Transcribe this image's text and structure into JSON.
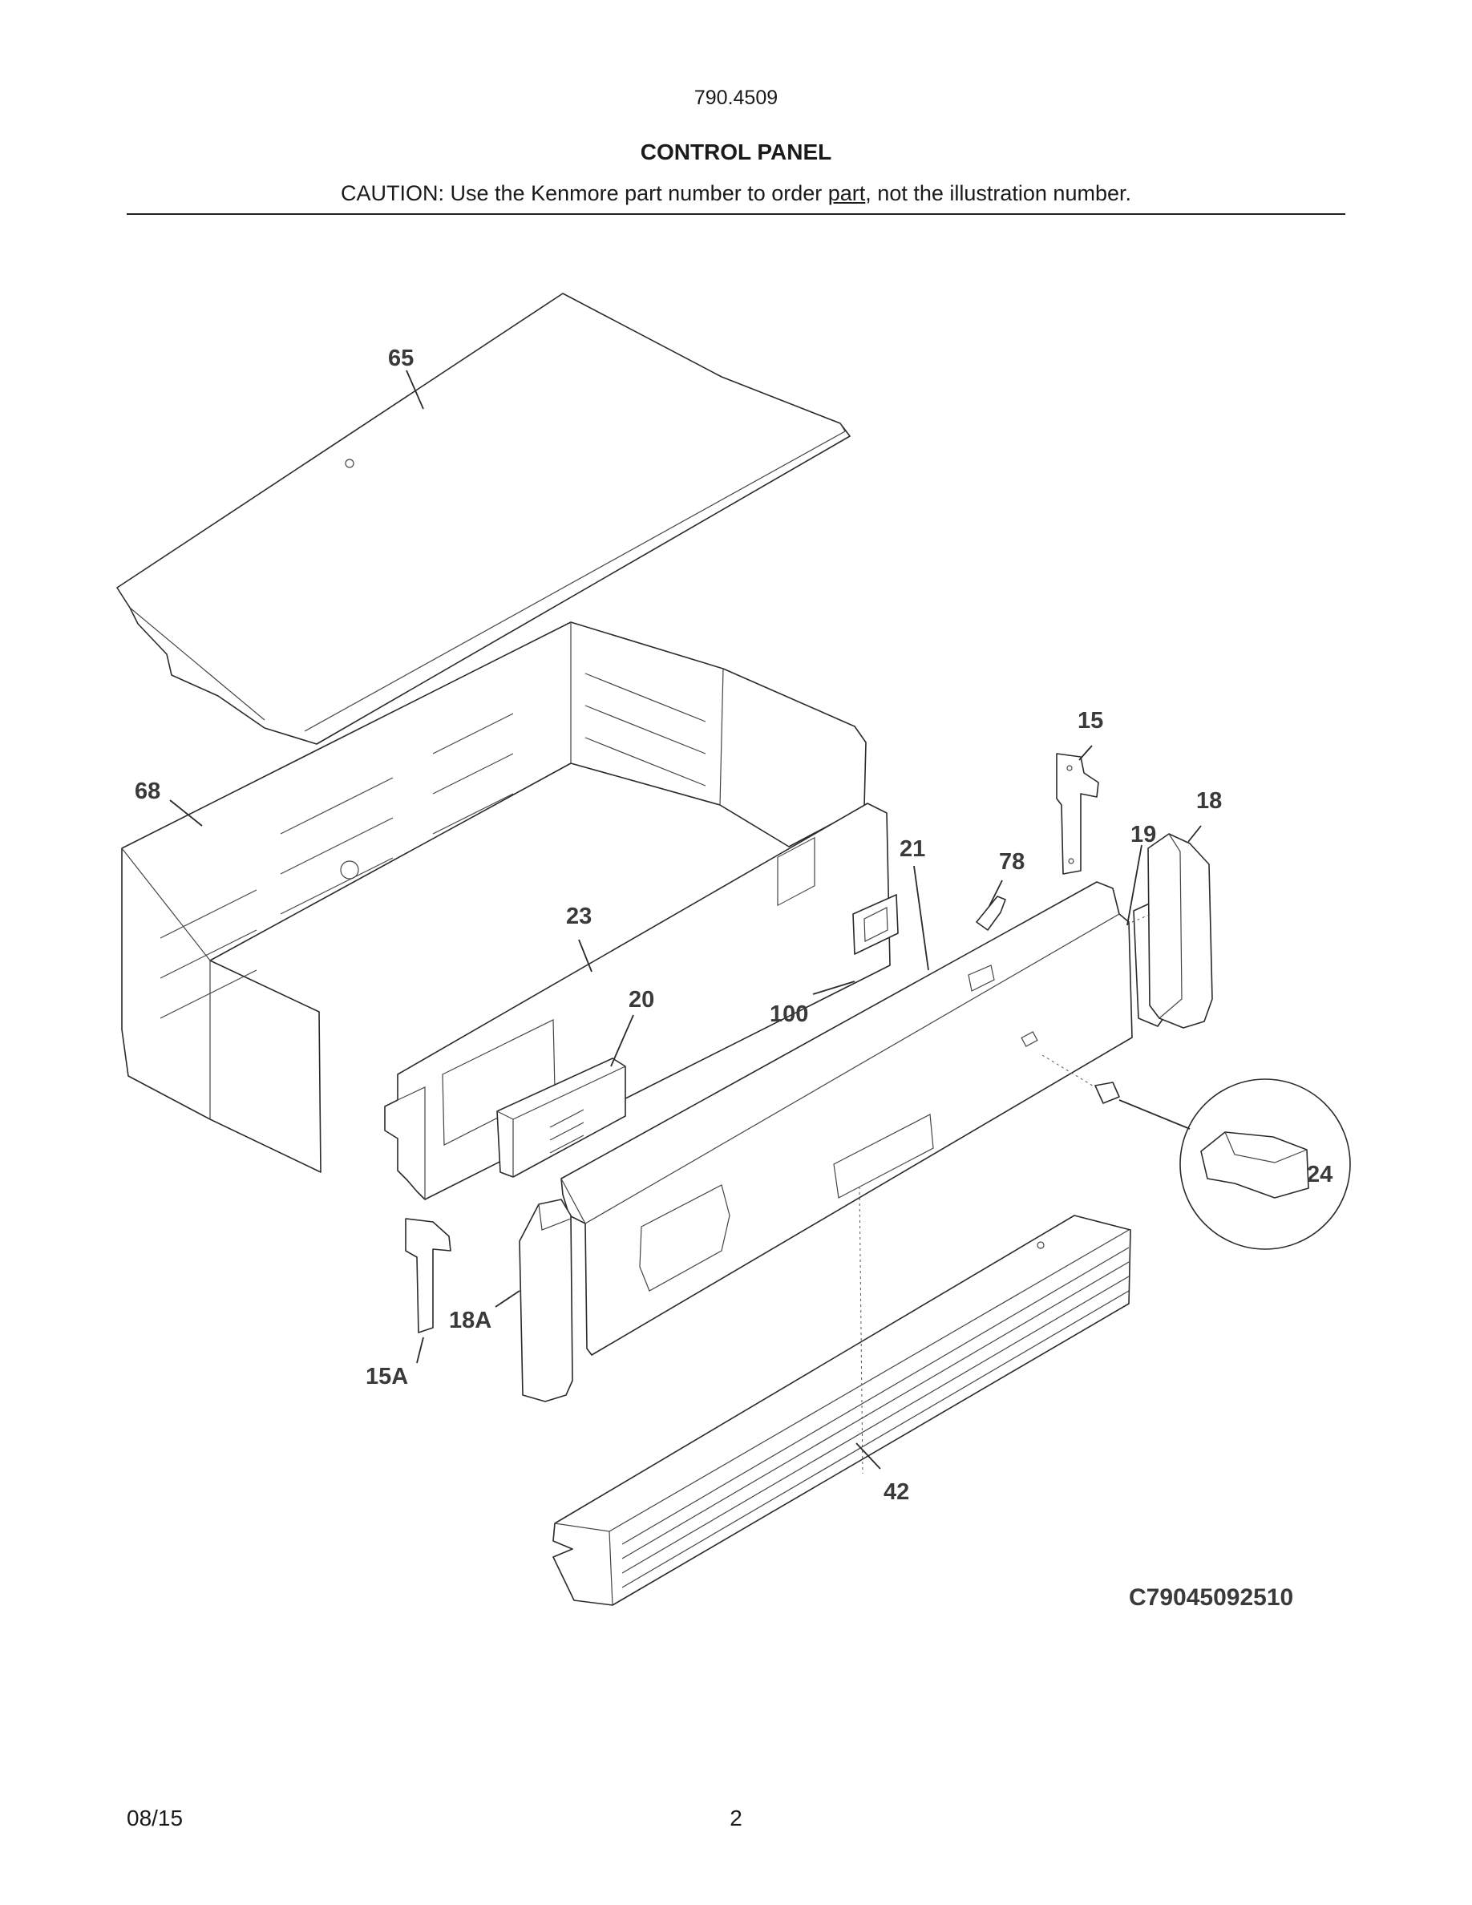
{
  "header": {
    "model": "790.4509",
    "title": "CONTROL PANEL",
    "caution_before": "CAUTION: Use the Kenmore part number to order ",
    "caution_link": "part",
    "caution_after": ", not the illustration number."
  },
  "diagram": {
    "callouts": {
      "c65": "65",
      "c68": "68",
      "c15": "15",
      "c18": "18",
      "c19": "19",
      "c21": "21",
      "c78": "78",
      "c23": "23",
      "c20": "20",
      "c100": "100",
      "c24": "24",
      "c18a": "18A",
      "c15a": "15A",
      "c42": "42"
    },
    "figure_code": "C79045092510"
  },
  "footer": {
    "date": "08/15",
    "page": "2"
  }
}
